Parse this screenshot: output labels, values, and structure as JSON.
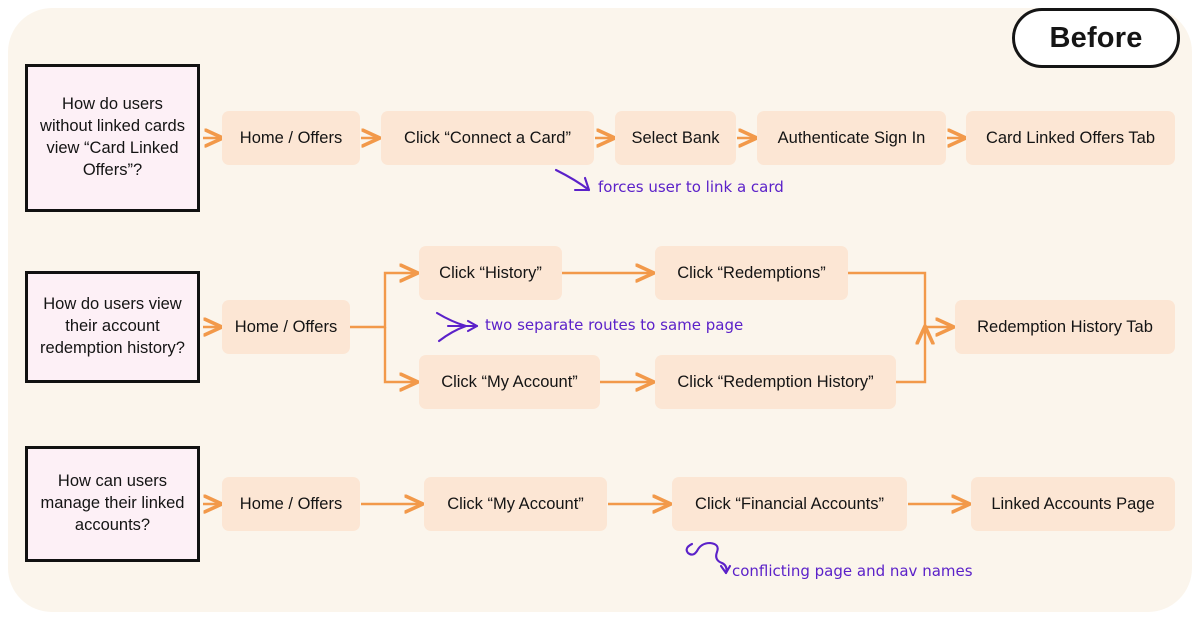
{
  "badge": {
    "label": "Before"
  },
  "theme": {
    "panel_bg": "#fbf5ec",
    "page_bg": "#ffffff",
    "question_box_bg": "#fdf0f6",
    "question_box_border": "#111111",
    "step_box_bg": "#fce6d4",
    "connector": "#f2994a",
    "annotation": "#5b21c9",
    "text": "#141414"
  },
  "rows": [
    {
      "question": "How do users without linked cards view “Card Linked Offers”?",
      "steps": [
        "Home / Offers",
        "Click “Connect a Card”",
        "Select Bank",
        "Authenticate Sign In",
        "Card Linked Offers Tab"
      ],
      "annotation": "forces user to link a card"
    },
    {
      "question": "How do users view their account redemption history?",
      "steps": [
        "Home / Offers",
        "Click “History”",
        "Click “Redemptions”",
        "Click “My Account”",
        "Click “Redemption History”",
        "Redemption History Tab"
      ],
      "annotation": "two separate routes to same page"
    },
    {
      "question": "How can users manage their linked accounts?",
      "steps": [
        "Home / Offers",
        "Click “My Account”",
        "Click “Financial Accounts”",
        "Linked Accounts Page"
      ],
      "annotation": "conflicting page and nav names"
    }
  ]
}
